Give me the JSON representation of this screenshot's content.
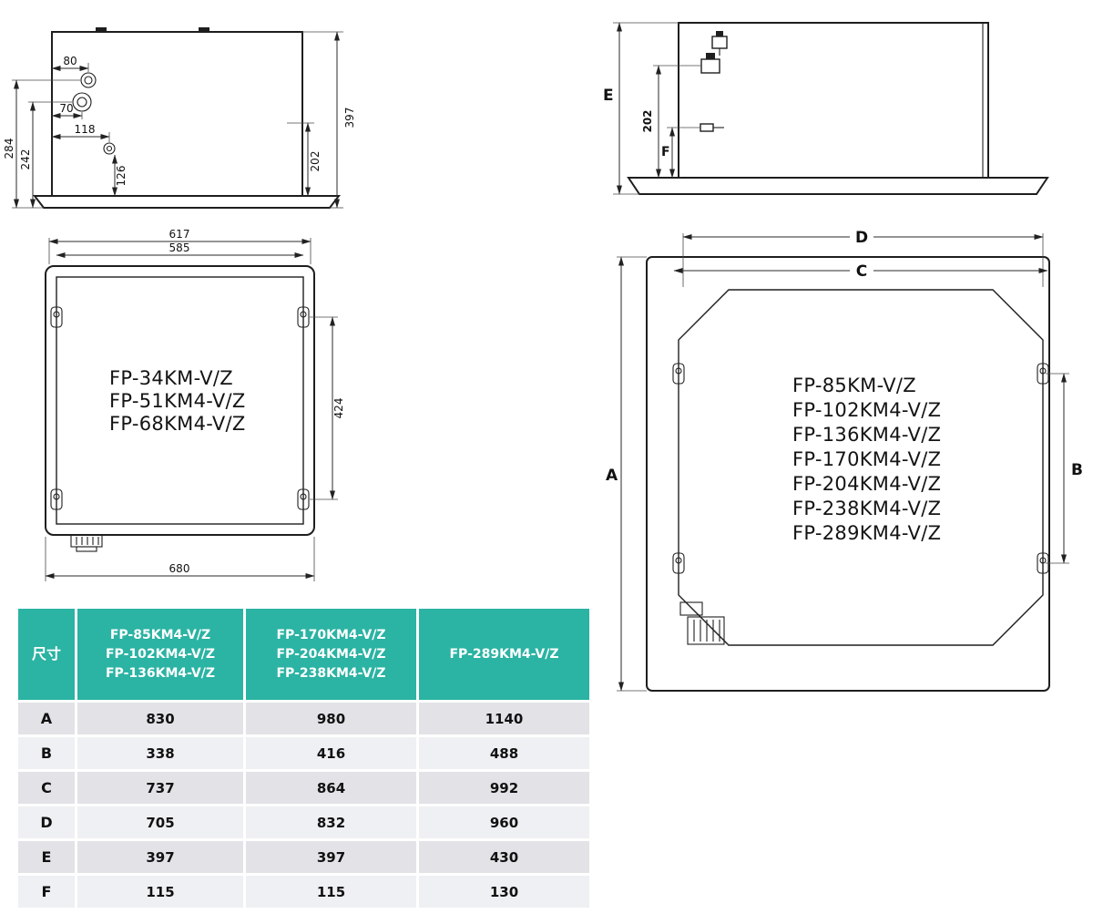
{
  "side_view_left": {
    "dim_80": "80",
    "dim_70": "70",
    "dim_118": "118",
    "dim_126": "126",
    "dim_242": "242",
    "dim_284": "284",
    "dim_202": "202",
    "dim_397": "397"
  },
  "side_view_right": {
    "label_E": "E",
    "label_F": "F",
    "dim_202": "202"
  },
  "front_view_small": {
    "dim_617": "617",
    "dim_585": "585",
    "dim_424": "424",
    "dim_680": "680",
    "models": [
      "FP-34KM-V/Z",
      "FP-51KM4-V/Z",
      "FP-68KM4-V/Z"
    ]
  },
  "front_view_large": {
    "label_A": "A",
    "label_B": "B",
    "label_C": "C",
    "label_D": "D",
    "models": [
      "FP-85KM-V/Z",
      "FP-102KM4-V/Z",
      "FP-136KM4-V/Z",
      "FP-170KM4-V/Z",
      "FP-204KM4-V/Z",
      "FP-238KM4-V/Z",
      "FP-289KM4-V/Z"
    ]
  },
  "table": {
    "corner_label": "尺寸",
    "col1_models": [
      "FP-85KM4-V/Z",
      "FP-102KM4-V/Z",
      "FP-136KM4-V/Z"
    ],
    "col2_models": [
      "FP-170KM4-V/Z",
      "FP-204KM4-V/Z",
      "FP-238KM4-V/Z"
    ],
    "col3_model": "FP-289KM4-V/Z",
    "rows": [
      {
        "label": "A",
        "values": [
          "830",
          "980",
          "1140"
        ]
      },
      {
        "label": "B",
        "values": [
          "338",
          "416",
          "488"
        ]
      },
      {
        "label": "C",
        "values": [
          "737",
          "864",
          "992"
        ]
      },
      {
        "label": "D",
        "values": [
          "705",
          "832",
          "960"
        ]
      },
      {
        "label": "E",
        "values": [
          "397",
          "397",
          "430"
        ]
      },
      {
        "label": "F",
        "values": [
          "115",
          "115",
          "130"
        ]
      }
    ]
  }
}
